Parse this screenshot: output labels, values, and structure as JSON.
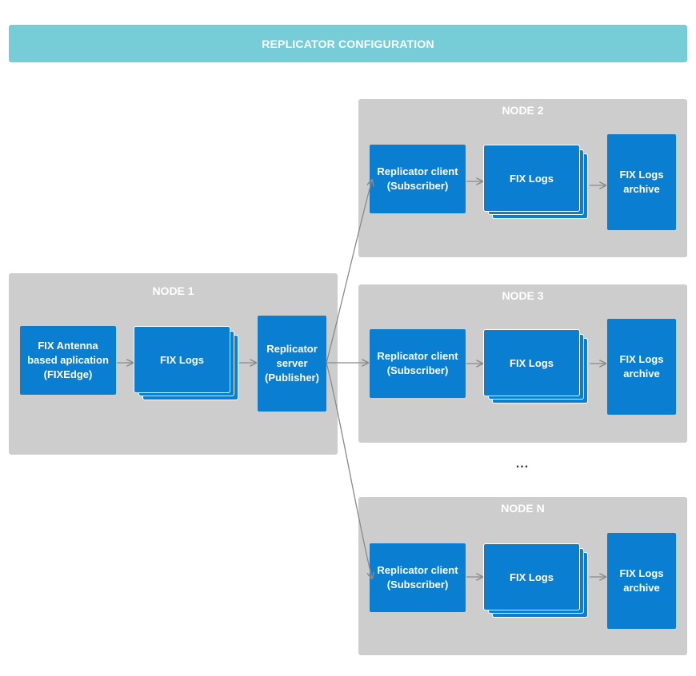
{
  "banner": {
    "title": "REPLICATOR CONFIGURATION"
  },
  "node1": {
    "title": "NODE 1",
    "app": "FIX Antenna based aplication (FIXEdge)",
    "logs": "FIX Logs",
    "server": "Replicator server (Publisher)"
  },
  "node2": {
    "title": "NODE 2",
    "client": "Replicator client (Subscriber)",
    "logs": "FIX Logs",
    "archive": "FIX Logs archive"
  },
  "node3": {
    "title": "NODE 3",
    "client": "Replicator client (Subscriber)",
    "logs": "FIX Logs",
    "archive": "FIX Logs archive"
  },
  "ellipsis": "...",
  "nodeN": {
    "title": "NODE N",
    "client": "Replicator client (Subscriber)",
    "logs": "FIX Logs",
    "archive": "FIX Logs archive"
  },
  "colors": {
    "banner": "#76cdd8",
    "node_background": "#cdcdcd",
    "box": "#0a7ed0",
    "arrow": "#8a8a8a"
  }
}
